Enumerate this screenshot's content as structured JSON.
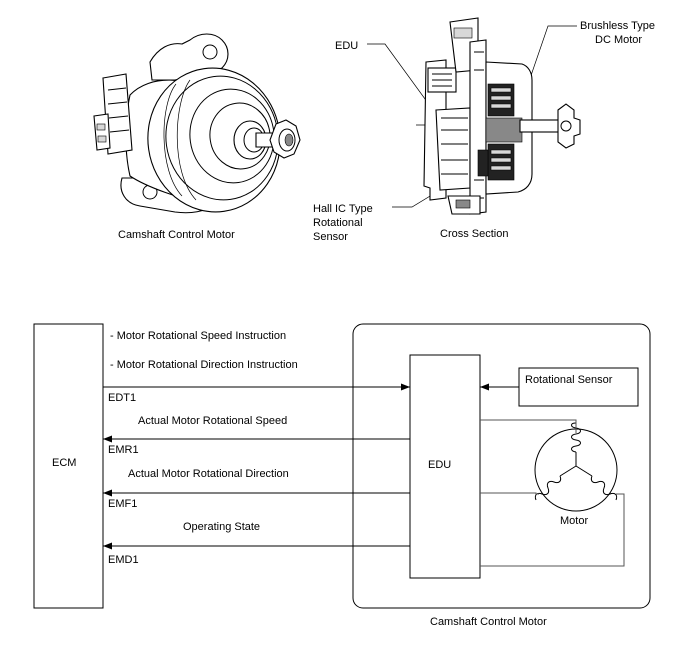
{
  "illustration": {
    "caption_left": "Camshaft Control Motor",
    "caption_right": "Cross Section",
    "callout_edu": "EDU",
    "callout_brushless_line1": "Brushless Type",
    "callout_brushless_line2": "DC Motor",
    "callout_hall_line1": "Hall IC Type",
    "callout_hall_line2": "Rotational",
    "callout_hall_line3": "Sensor"
  },
  "block_diagram": {
    "ecm_label": "ECM",
    "edu_label": "EDU",
    "sensor_label": "Rotational Sensor",
    "motor_label": "Motor",
    "enclosure_label": "Camshaft Control Motor",
    "notes": [
      "- Motor Rotational Speed Instruction",
      "- Motor Rotational Direction Instruction"
    ],
    "signals": [
      {
        "pin": "EDT1",
        "description": "",
        "direction": "ECM to EDU"
      },
      {
        "pin": "EMR1",
        "description": "Actual Motor Rotational Speed",
        "direction": "EDU to ECM"
      },
      {
        "pin": "EMF1",
        "description": "Actual Motor Rotational Direction",
        "direction": "EDU to ECM"
      },
      {
        "pin": "EMD1",
        "description": "Operating State",
        "direction": "EDU to ECM"
      }
    ]
  },
  "colors": {
    "line": "#000000",
    "wire": "#555555",
    "background": "#ffffff"
  }
}
